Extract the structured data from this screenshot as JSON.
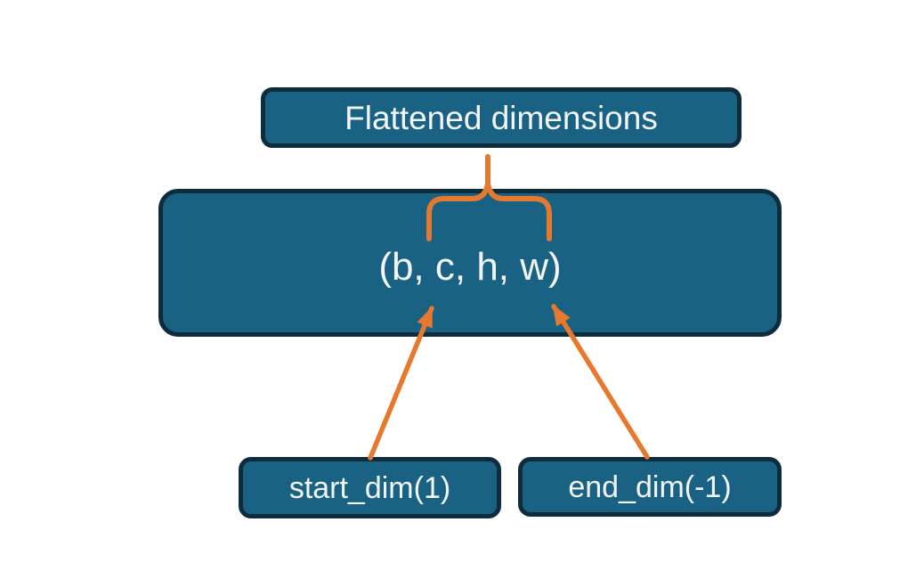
{
  "diagram": {
    "title_box": {
      "label": "Flattened dimensions"
    },
    "tensor_box": {
      "label": "(b, c, h, w)"
    },
    "start_dim_box": {
      "label": "start_dim(1)"
    },
    "end_dim_box": {
      "label": "end_dim(-1)"
    }
  },
  "colors": {
    "background": "#ffffff",
    "box_fill": "#1a6284",
    "box_border": "#0e2d3c",
    "connector_orange": "#e7792f",
    "text_color": "#f2f5f5"
  }
}
